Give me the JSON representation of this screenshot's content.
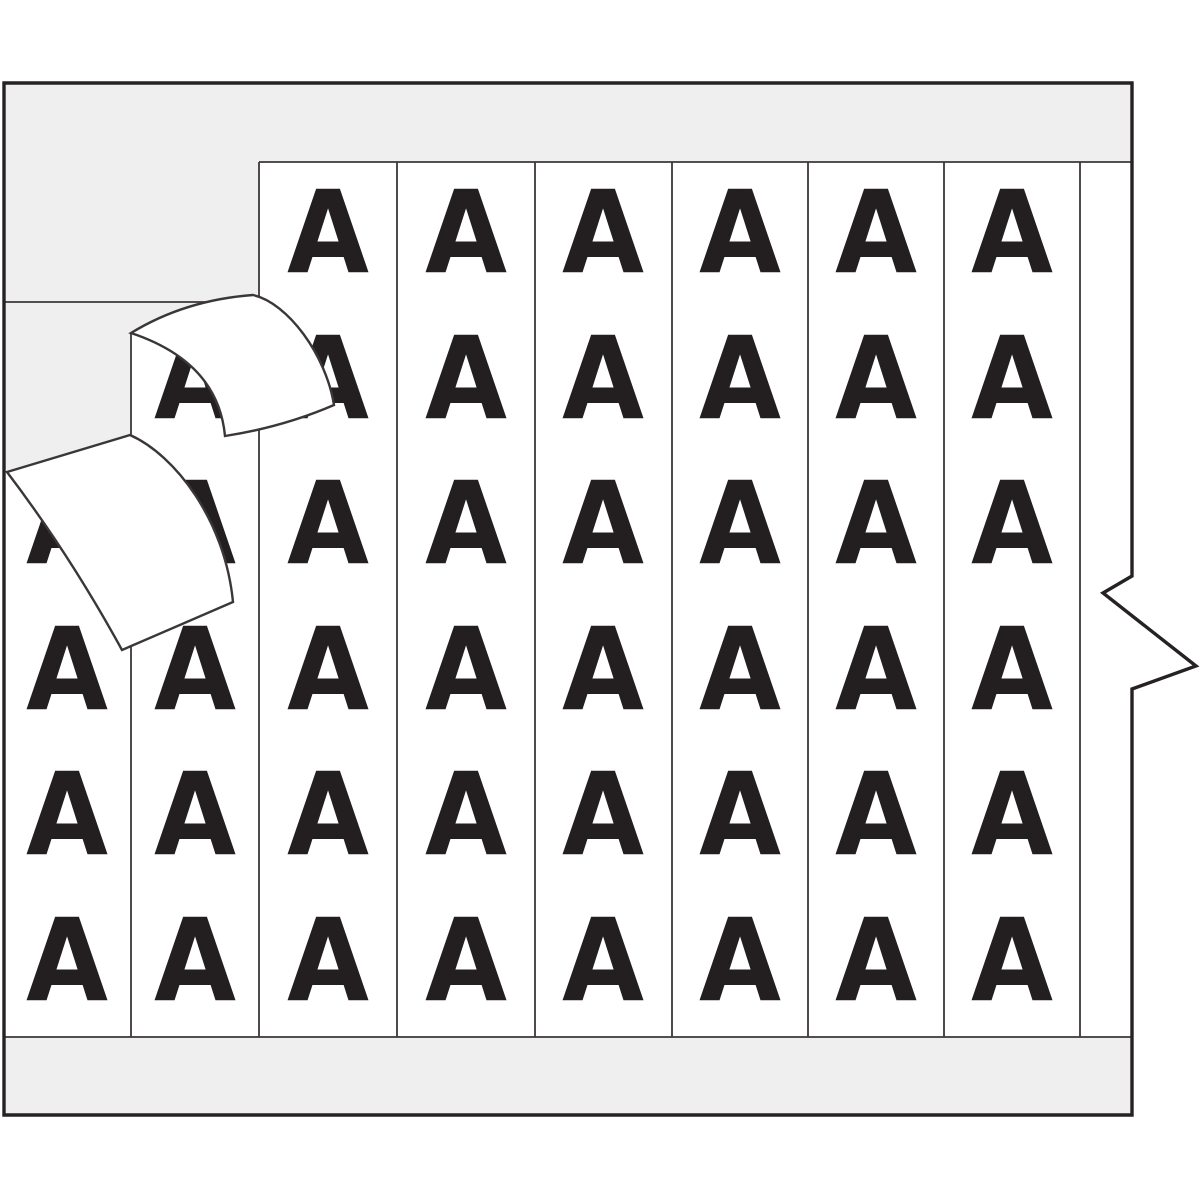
{
  "image": {
    "description": "Line-art product illustration of a wire marker label card",
    "marker_letter": "A",
    "colors": {
      "page": "#ffffff",
      "liner": "#efeff0",
      "label": "#ffffff",
      "ink": "#231f20",
      "line": "#3b3738",
      "border": "#262223"
    },
    "grid": {
      "columns": 8,
      "rows": 6,
      "peeled_positions": [
        [
          1,
          1
        ],
        [
          1,
          2
        ],
        [
          2,
          1
        ]
      ],
      "peeling_labels_count": 2
    }
  }
}
